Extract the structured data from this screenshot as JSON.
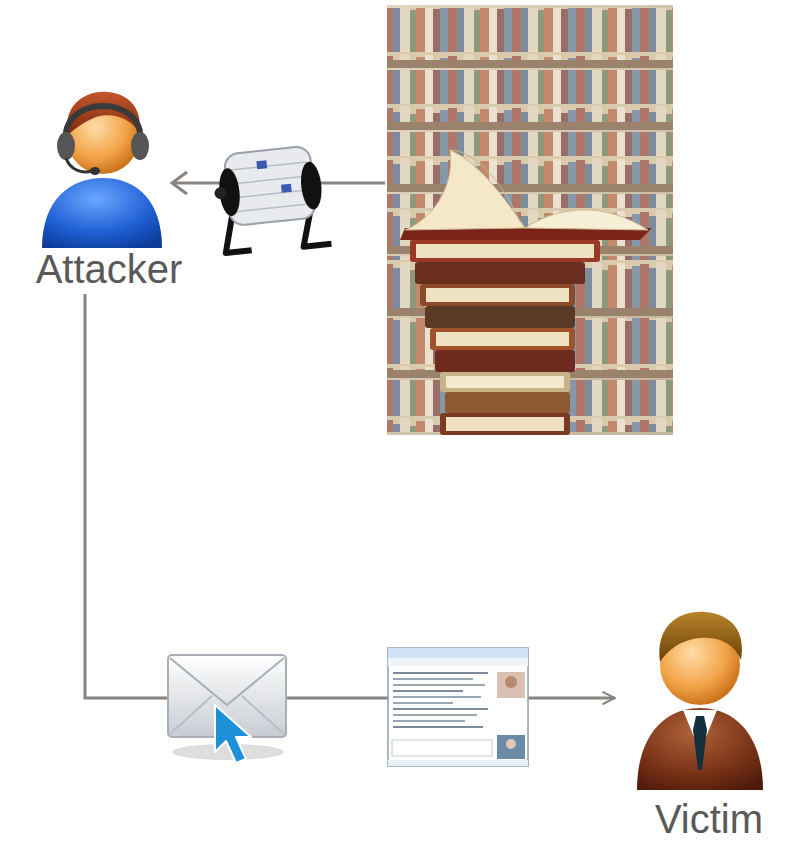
{
  "diagram": {
    "nodes": [
      {
        "text": [
          "Attacker"
        ]
      },
      {
        "text": [
          "Victim"
        ]
      }
    ],
    "edges": [
      {
        "from": 0,
        "to": 1,
        "arrow": "to"
      }
    ]
  }
}
